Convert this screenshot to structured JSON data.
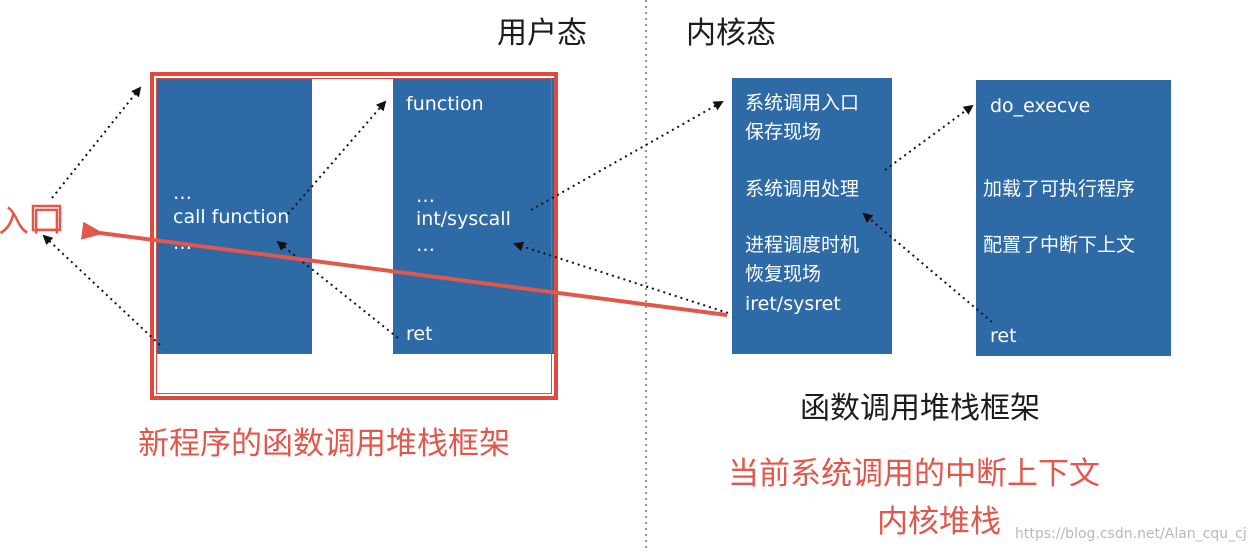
{
  "headers": {
    "user_mode": "用户态",
    "kernel_mode": "内核态"
  },
  "entry_label": "入口",
  "box_left": {
    "ellipsis1": "…",
    "call": "call function",
    "ellipsis2": "…"
  },
  "box_function": {
    "title": "function",
    "ellipsis1": "…",
    "syscall": "int/syscall",
    "ellipsis2": "…",
    "ret": "ret"
  },
  "box_syscall": {
    "entry": "系统调用入口",
    "save": "保存现场",
    "handle": "系统调用处理",
    "schedule": "进程调度时机",
    "restore": "恢复现场",
    "iret": "iret/sysret"
  },
  "box_execve": {
    "title": "do_execve",
    "load": "加载了可执行程序",
    "config": "配置了中断下上文",
    "ret": "ret"
  },
  "captions": {
    "new_program_frame": "新程序的函数调用堆栈框架",
    "call_stack_frame": "函数调用堆栈框架",
    "current_context": "当前系统调用的中断上下文",
    "kernel_stack": "内核堆栈"
  },
  "watermark": "https://blog.csdn.net/Alan_cqu_cj",
  "colors": {
    "box_blue": "#2e6aa6",
    "accent_red": "#e2574c",
    "text_dark": "#1c1c1c"
  }
}
